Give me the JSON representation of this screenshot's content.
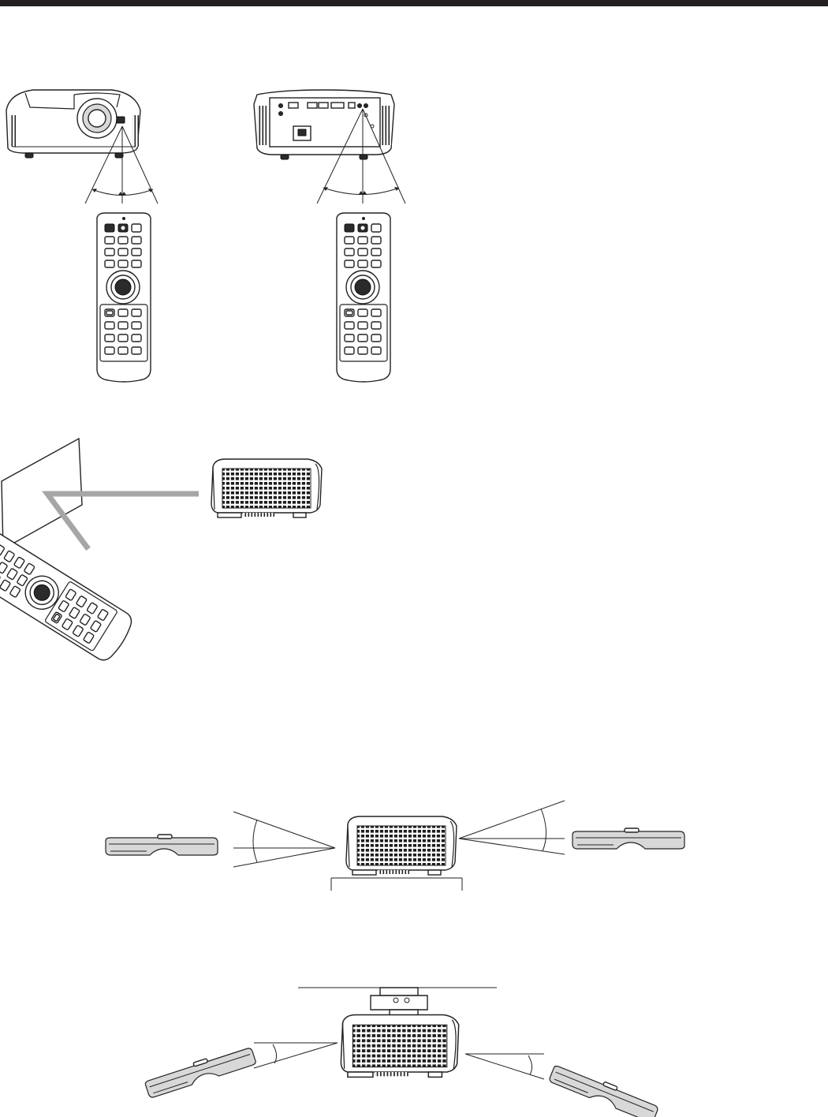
{
  "page": {
    "header_rule_color": "#231f20",
    "beam_color": "#a6a6a6",
    "figures": [
      {
        "id": "front-receiver-range",
        "icons": [
          "projector-front-icon",
          "remote-control-icon"
        ]
      },
      {
        "id": "rear-receiver-range",
        "icons": [
          "projector-rear-icon",
          "remote-control-icon"
        ]
      },
      {
        "id": "screen-reflection",
        "icons": [
          "screen-icon",
          "projector-side-icon",
          "remote-control-icon"
        ]
      },
      {
        "id": "vertical-range-floor",
        "icons": [
          "remote-side-icon",
          "projector-side-icon",
          "table-icon"
        ]
      },
      {
        "id": "vertical-range-ceiling",
        "icons": [
          "ceiling-mount-icon",
          "projector-side-icon",
          "remote-side-icon"
        ]
      }
    ]
  }
}
